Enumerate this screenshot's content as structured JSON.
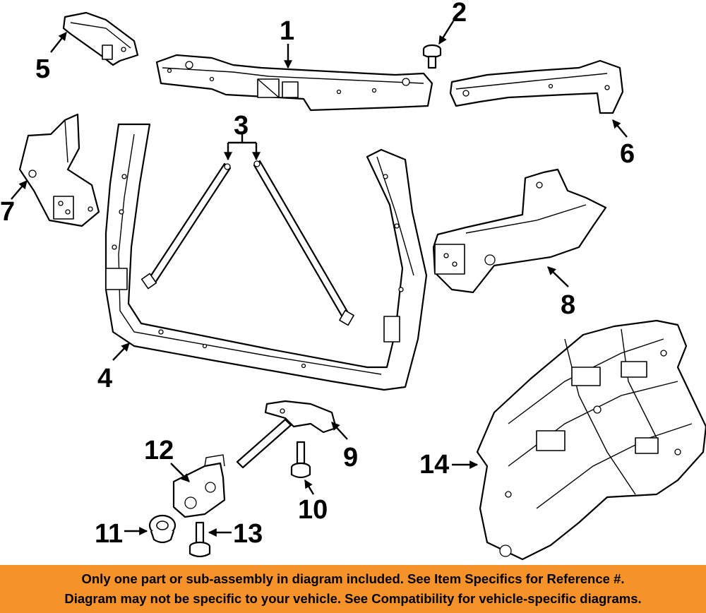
{
  "colors": {
    "banner_background": "#F5922A",
    "line": "#000000",
    "background": "#FFFFFF"
  },
  "callouts": [
    "1",
    "2",
    "3",
    "4",
    "5",
    "6",
    "7",
    "8",
    "9",
    "10",
    "11",
    "12",
    "13",
    "14"
  ],
  "notice": {
    "line1": "Only one part or sub-assembly in diagram included. See Item Specifics for Reference #.",
    "line2": "Diagram may not be specific to your vehicle. See Compatibility for vehicle-specific diagrams."
  }
}
